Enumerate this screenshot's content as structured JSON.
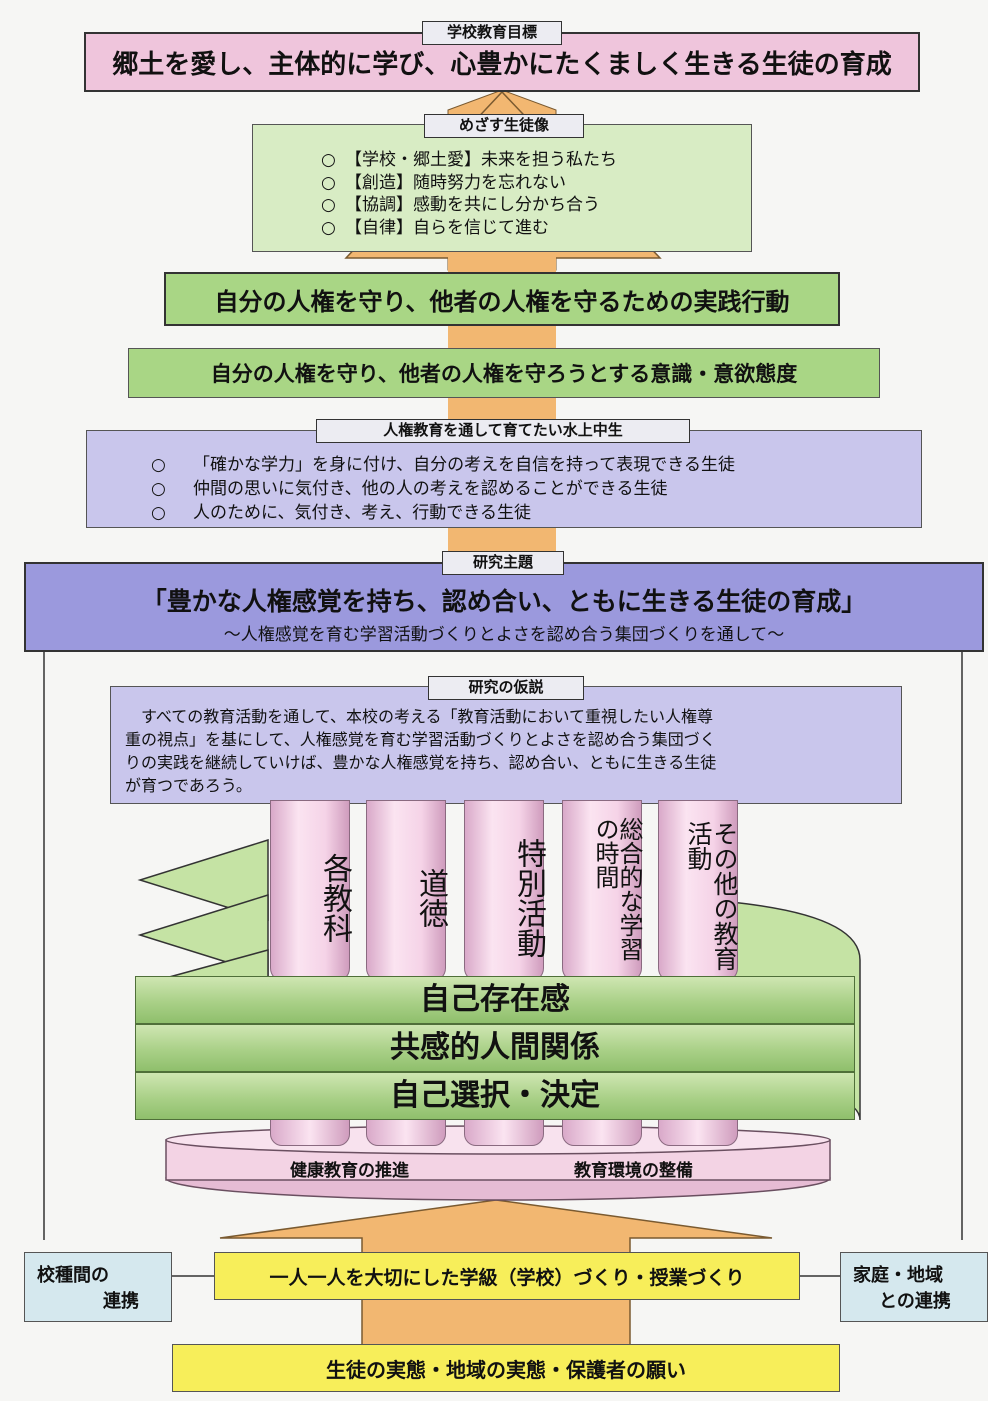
{
  "colors": {
    "pink": "#efc5dc",
    "green_light": "#d8ecc4",
    "green": "#a9d685",
    "purple_light": "#c9c6ec",
    "purple": "#9b99dd",
    "yellow": "#f7ee5a",
    "blue_light": "#d5e8ee",
    "arrow": "#f2b771"
  },
  "goal": {
    "tag": "学校教育目標",
    "text": "郷土を愛し、主体的に学び、心豊かにたくましく生きる生徒の育成"
  },
  "ideal": {
    "tag": "めざす生徒像",
    "items": [
      {
        "mark": "○",
        "key": "【学校・郷土愛】",
        "text": "未来を担う私たち"
      },
      {
        "mark": "○",
        "key": "【創造】",
        "text": "随時努力を忘れない"
      },
      {
        "mark": "○",
        "key": "【協調】",
        "text": "感動を共にし分かち合う"
      },
      {
        "mark": "○",
        "key": "【自律】",
        "text": "自らを信じて進む"
      }
    ]
  },
  "action": "自分の人権を守り、他者の人権を守るための実践行動",
  "attitude": "自分の人権を守り、他者の人権を守ろうとする意識・意欲態度",
  "hr_education": {
    "tag": "人権教育を通して育てたい水上中生",
    "items": [
      {
        "mark": "○",
        "text": "「確かな学力」を身に付け、自分の考えを自信を持って表現できる生徒"
      },
      {
        "mark": "○",
        "text": "仲間の思いに気付き、他の人の考えを認めることができる生徒"
      },
      {
        "mark": "○",
        "text": "人のために、気付き、考え、行動できる生徒"
      }
    ]
  },
  "theme": {
    "tag": "研究主題",
    "title": "「豊かな人権感覚を持ち、認め合い、ともに生きる生徒の育成」",
    "subtitle": "～人権感覚を育む学習活動づくりとよさを認め合う集団づくりを通して～"
  },
  "hypothesis": {
    "tag": "研究の仮説",
    "lines": [
      "　すべての教育活動を通して、本校の考える「教育活動において重視したい人権尊",
      "重の視点」を基にして、人権感覚を育む学習活動づくりとよさを認め合う集団づく",
      "りの実践を継続していけば、豊かな人権感覚を持ち、認め合い、ともに生きる生徒",
      "が育つであろう。"
    ]
  },
  "pillars": [
    "各教科",
    "道徳",
    "特別活動",
    "総合的な学習の時間",
    "その他の教育活動"
  ],
  "bands": [
    "自己存在感",
    "共感的人間関係",
    "自己選択・決定"
  ],
  "base": {
    "left": "健康教育の推進",
    "right": "教育環境の整備"
  },
  "classroom": "一人一人を大切にした学級（学校）づくり・授業づくり",
  "inter_school": {
    "line1": "校種間の",
    "line2": "連携"
  },
  "family": {
    "line1": "家庭・地域",
    "line2": "との連携"
  },
  "foundation": "生徒の実態・地域の実態・保護者の願い"
}
